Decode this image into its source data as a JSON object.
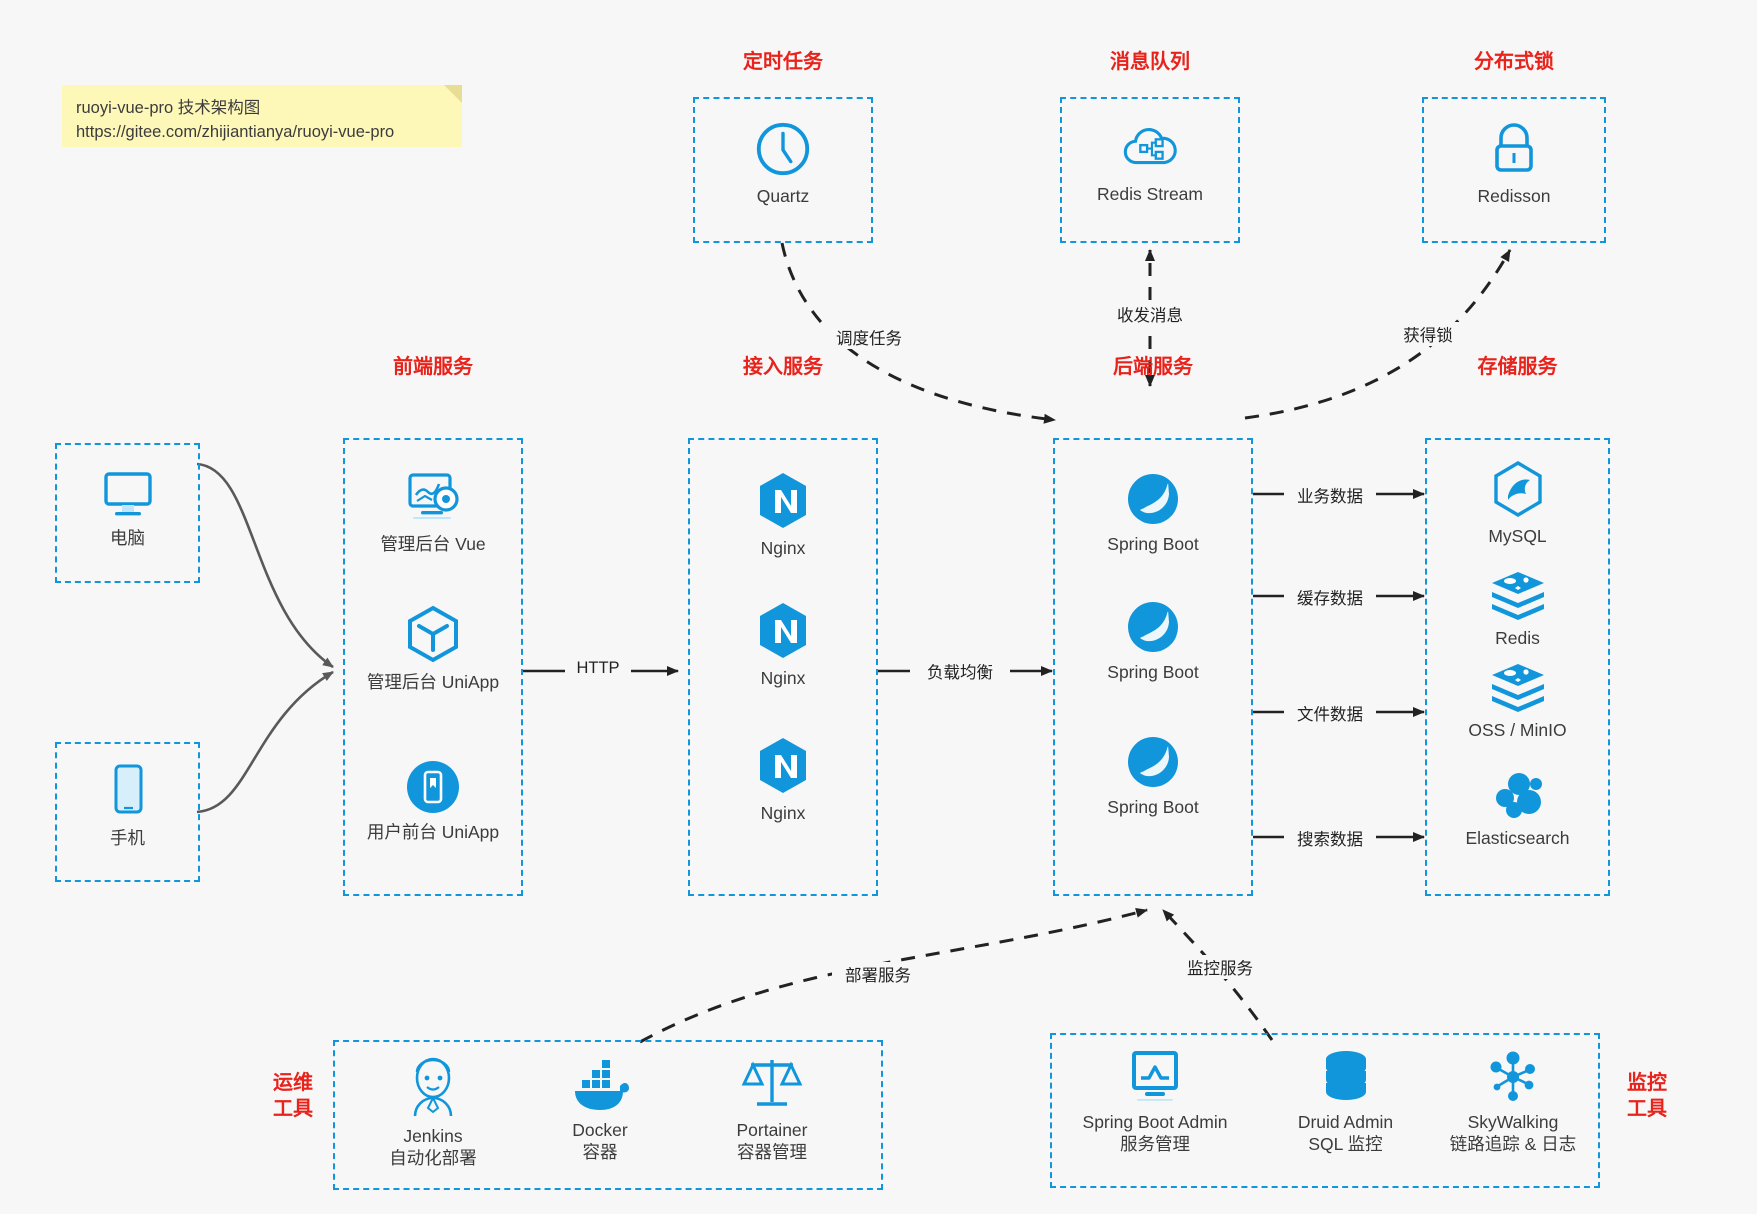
{
  "note": {
    "line1": "ruoyi-vue-pro 技术架构图",
    "line2": "https://gitee.com/zhijiantianya/ruoyi-vue-pro"
  },
  "colors": {
    "accent_blue": "#1296db",
    "title_red": "#e8231c",
    "text_dark": "#3c3c3c",
    "arrow_dark": "#222222",
    "curve_gray": "#595959",
    "note_yellow": "#fdf7b8",
    "canvas": "#f7f7f7"
  },
  "groups": {
    "scheduler": {
      "title": "定时任务"
    },
    "mq": {
      "title": "消息队列"
    },
    "lock": {
      "title": "分布式锁"
    },
    "frontend": {
      "title": "前端服务"
    },
    "gateway": {
      "title": "接入服务"
    },
    "backend": {
      "title": "后端服务"
    },
    "storage": {
      "title": "存储服务"
    },
    "devops": {
      "title_line1": "运维",
      "title_line2": "工具"
    },
    "monitor": {
      "title_line1": "监控",
      "title_line2": "工具"
    }
  },
  "clients": [
    {
      "label": "电脑",
      "icon": "desktop-monitor-icon"
    },
    {
      "label": "手机",
      "icon": "mobile-phone-icon"
    }
  ],
  "scheduler_nodes": [
    {
      "label": "Quartz",
      "icon": "clock-icon"
    }
  ],
  "mq_nodes": [
    {
      "label": "Redis Stream",
      "icon": "cloud-network-icon"
    }
  ],
  "lock_nodes": [
    {
      "label": "Redisson",
      "icon": "padlock-icon"
    }
  ],
  "frontend_nodes": [
    {
      "label": "管理后台 Vue",
      "icon": "dashboard-gear-icon"
    },
    {
      "label": "管理后台 UniApp",
      "icon": "cube-icon"
    },
    {
      "label": "用户前台 UniApp",
      "icon": "mobile-app-icon"
    }
  ],
  "gateway_nodes": [
    {
      "label": "Nginx",
      "icon": "nginx-icon"
    },
    {
      "label": "Nginx",
      "icon": "nginx-icon"
    },
    {
      "label": "Nginx",
      "icon": "nginx-icon"
    }
  ],
  "backend_nodes": [
    {
      "label": "Spring Boot",
      "icon": "spring-leaf-icon"
    },
    {
      "label": "Spring Boot",
      "icon": "spring-leaf-icon"
    },
    {
      "label": "Spring Boot",
      "icon": "spring-leaf-icon"
    }
  ],
  "storage_nodes": [
    {
      "label": "MySQL",
      "icon": "mysql-dolphin-icon"
    },
    {
      "label": "Redis",
      "icon": "redis-stack-icon"
    },
    {
      "label": "OSS / MinIO",
      "icon": "storage-stack-icon"
    },
    {
      "label": "Elasticsearch",
      "icon": "elasticsearch-icon"
    }
  ],
  "devops_nodes": [
    {
      "label": "Jenkins",
      "sub": "自动化部署",
      "icon": "jenkins-butler-icon"
    },
    {
      "label": "Docker",
      "sub": "容器",
      "icon": "docker-whale-icon"
    },
    {
      "label": "Portainer",
      "sub": "容器管理",
      "icon": "balance-scale-icon"
    }
  ],
  "monitor_nodes": [
    {
      "label": "Spring Boot Admin",
      "sub": "服务管理",
      "icon": "monitor-chart-icon"
    },
    {
      "label": "Druid Admin",
      "sub": "SQL 监控",
      "icon": "database-cylinder-icon"
    },
    {
      "label": "SkyWalking",
      "sub": "链路追踪 & 日志",
      "icon": "node-graph-icon"
    }
  ],
  "edge_labels": {
    "http": "HTTP",
    "load_balance": "负载均衡",
    "schedule_task": "调度任务",
    "send_receive_message": "收发消息",
    "acquire_lock": "获得锁",
    "business_data": "业务数据",
    "cache_data": "缓存数据",
    "file_data": "文件数据",
    "search_data": "搜索数据",
    "deploy_service": "部署服务",
    "monitor_service": "监控服务"
  }
}
